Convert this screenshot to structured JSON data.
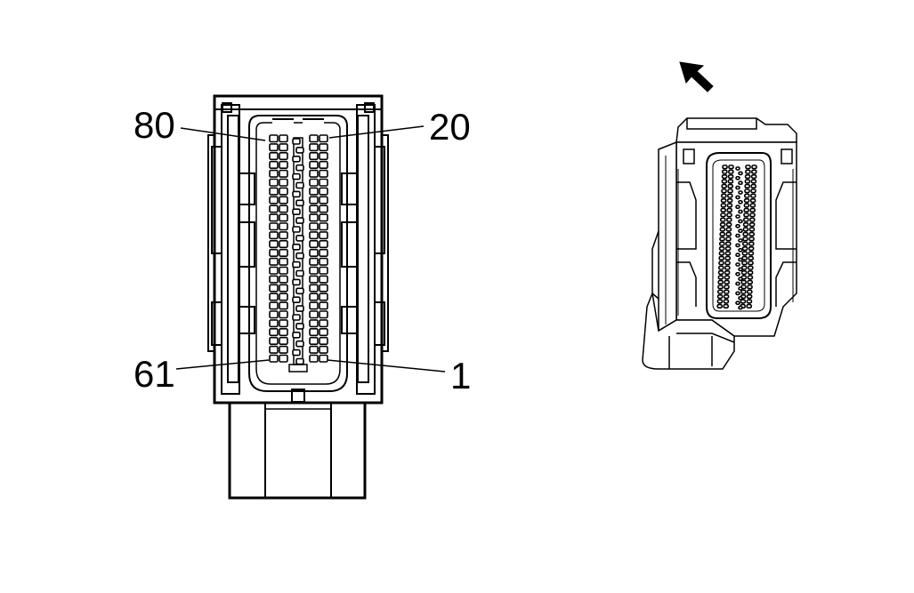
{
  "diagram": {
    "pin_labels": {
      "top_left": "80",
      "top_right": "20",
      "bottom_left": "61",
      "bottom_right": "1"
    },
    "colors": {
      "line": "#000000",
      "background": "#ffffff"
    },
    "icons": {
      "view_direction": "arrow-up-left-icon"
    }
  }
}
